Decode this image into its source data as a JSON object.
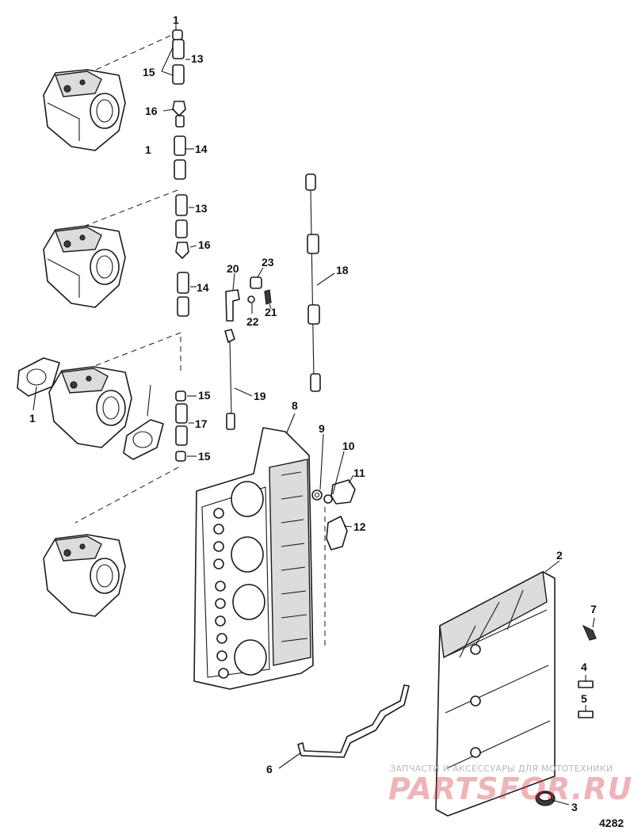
{
  "callouts": {
    "c1a": "1",
    "c1b": "1",
    "c1c": "1",
    "c2": "2",
    "c3": "3",
    "c4": "4",
    "c5": "5",
    "c6": "6",
    "c7": "7",
    "c8": "8",
    "c9": "9",
    "c10": "10",
    "c11": "11",
    "c12": "12",
    "c13a": "13",
    "c13b": "13",
    "c14a": "14",
    "c14b": "14",
    "c15a": "15",
    "c15b": "15",
    "c15c": "15",
    "c16a": "16",
    "c16b": "16",
    "c17": "17",
    "c18": "18",
    "c19": "19",
    "c20": "20",
    "c21": "21",
    "c22": "22",
    "c23": "23"
  },
  "watermark": {
    "caption": "ЗАПЧАСТИ И АКСЕССУАРЫ ДЛЯ МОТОТЕХНИКИ",
    "logo": "PARTSFOR.RU"
  },
  "figure_number": "4282"
}
